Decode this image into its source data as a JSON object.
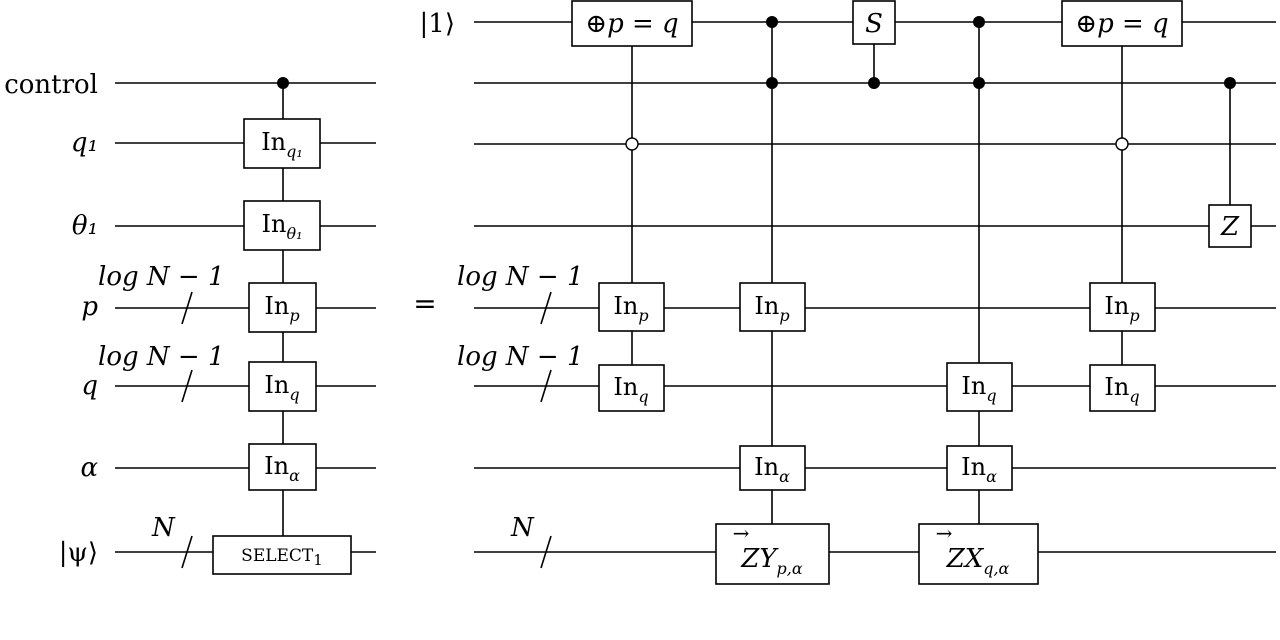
{
  "left": {
    "wire_labels": {
      "control": "control",
      "q1": "q₁",
      "theta1": "θ₁",
      "p": "p",
      "q": "q",
      "alpha": "α",
      "psi": "|ψ⟩"
    },
    "bus_labels": {
      "p": "log N − 1",
      "q": "log N − 1",
      "psi": "N"
    },
    "gates": {
      "in_q1": {
        "base": "In",
        "sub": "q₁"
      },
      "in_theta1": {
        "base": "In",
        "sub": "θ₁"
      },
      "in_p": {
        "base": "In",
        "sub": "p"
      },
      "in_q": {
        "base": "In",
        "sub": "q"
      },
      "in_alpha": {
        "base": "In",
        "sub": "α"
      },
      "select": {
        "base": "SELECT",
        "sub": "1"
      }
    }
  },
  "equals": "=",
  "right": {
    "ket_label": "|1⟩",
    "bus_labels": {
      "p": "log N − 1",
      "q": "log N − 1",
      "psi": "N"
    },
    "gates": {
      "eq_1": "⊕p = q",
      "s": "S",
      "eq_2": "⊕p = q",
      "z": "Z",
      "in_p_1": {
        "base": "In",
        "sub": "p"
      },
      "in_q_1": {
        "base": "In",
        "sub": "q"
      },
      "in_p_2": {
        "base": "In",
        "sub": "p"
      },
      "in_alpha_1": {
        "base": "In",
        "sub": "α"
      },
      "zy": {
        "arrow": "→",
        "base": "Z",
        "op": "Y",
        "sub": "p,α"
      },
      "in_q_2": {
        "base": "In",
        "sub": "q"
      },
      "in_alpha_2": {
        "base": "In",
        "sub": "α"
      },
      "zx": {
        "arrow": "→",
        "base": "Z",
        "op": "X",
        "sub": "q,α"
      },
      "in_p_3": {
        "base": "In",
        "sub": "p"
      },
      "in_q_3": {
        "base": "In",
        "sub": "q"
      }
    }
  }
}
